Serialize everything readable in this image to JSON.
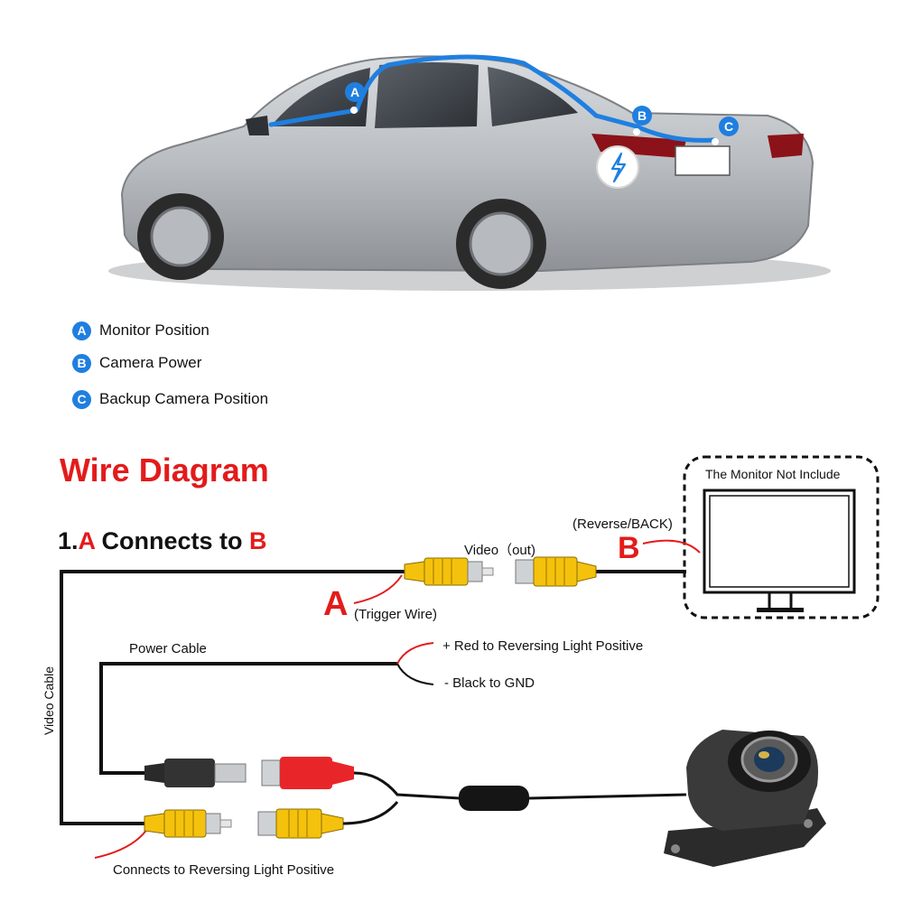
{
  "car": {
    "markers": [
      {
        "letter": "A"
      },
      {
        "letter": "B"
      },
      {
        "letter": "C"
      }
    ]
  },
  "legend": [
    {
      "letter": "A",
      "label": "Monitor Position"
    },
    {
      "letter": "B",
      "label": "Camera Power"
    },
    {
      "letter": "C",
      "label": "Backup Camera Position"
    }
  ],
  "diagram": {
    "title": "Wire Diagram",
    "subtitle_prefix": "1.",
    "subtitle_a": "A",
    "subtitle_mid": " Connects to ",
    "subtitle_b": "B",
    "monitor_label": "The Monitor Not Include",
    "reverse_label": "(Reverse/BACK)",
    "letter_b": "B",
    "video_out_label": "Video（out)",
    "letter_a": "A",
    "trigger_label": "(Trigger Wire)",
    "power_cable_label": "Power Cable",
    "red_label": "+ Red to Reversing Light Positive",
    "black_label": "- Black to GND",
    "video_cable_label": "Video Cable",
    "bottom_label": "Connects to Reversing Light Positive"
  },
  "colors": {
    "accent_red": "#e31b1b",
    "wire_blue": "#1f7fe0",
    "rca_yellow": "#f4c20d",
    "dc_red": "#e8262a"
  }
}
